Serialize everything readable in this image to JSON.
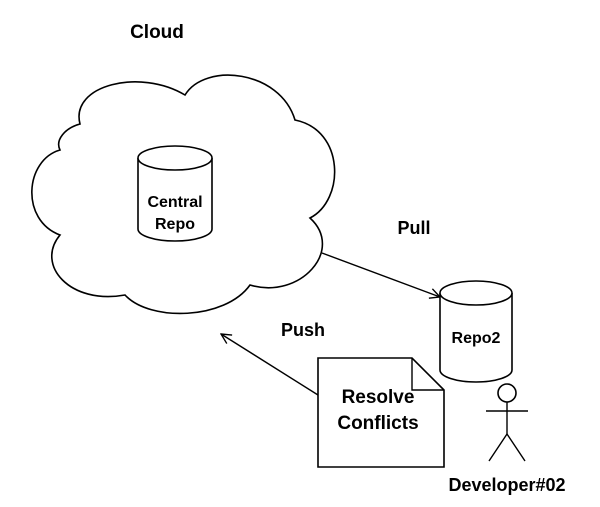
{
  "diagram": {
    "cloud_label": "Cloud",
    "central_repo": {
      "line1": "Central",
      "line2": "Repo"
    },
    "pull_label": "Pull",
    "push_label": "Push",
    "repo2_label": "Repo2",
    "document": {
      "line1": "Resolve",
      "line2": "Conflicts"
    },
    "developer_label": "Developer#02"
  }
}
